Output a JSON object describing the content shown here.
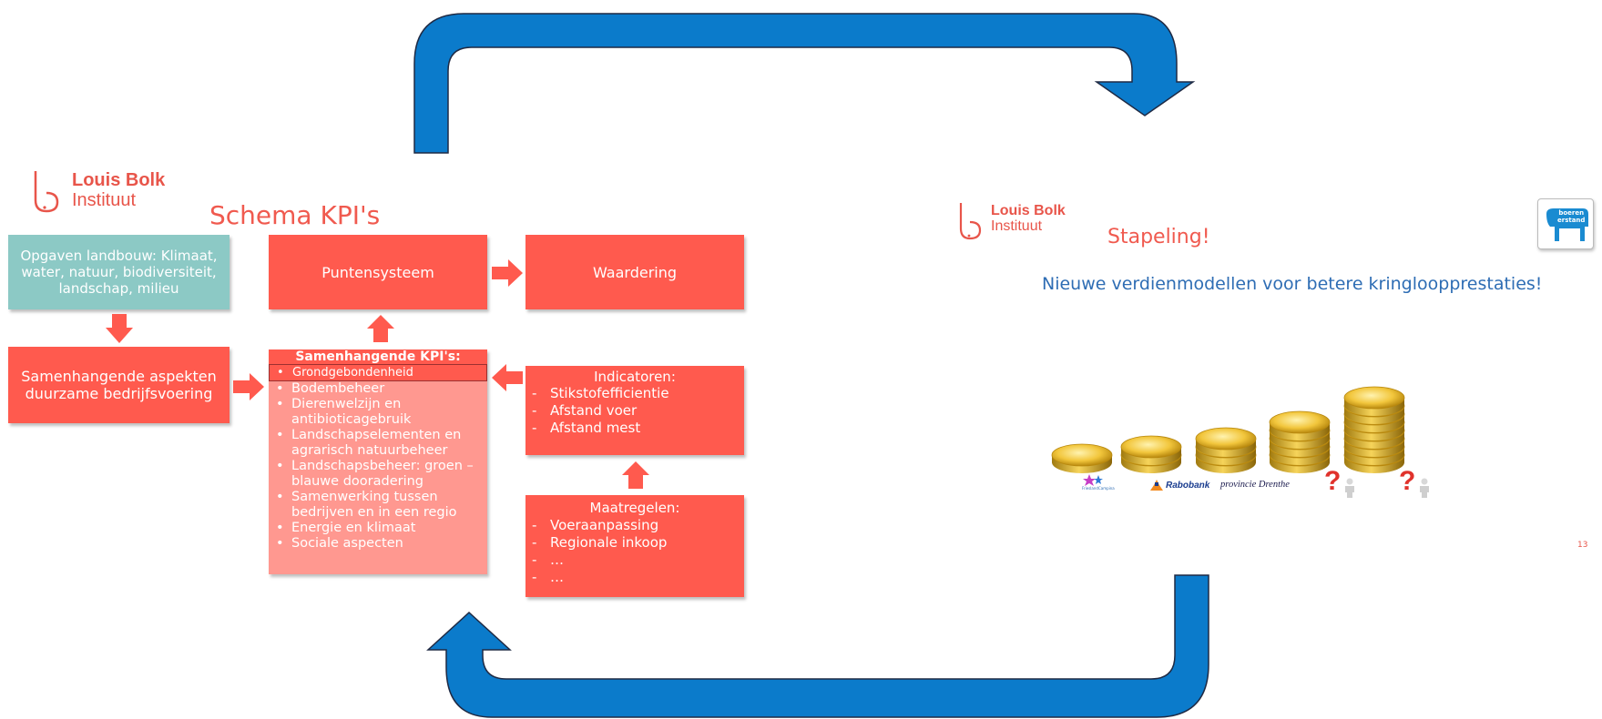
{
  "left_slide": {
    "logo": {
      "line1": "Louis Bolk",
      "line2": "Instituut"
    },
    "title": "Schema KPI's",
    "opgaven": "Opgaven landbouw: Klimaat, water, natuur, biodiversiteit, landschap, milieu",
    "samenhangende_aspekten": "Samenhangende aspekten duurzame bedrijfsvoering",
    "puntensysteem": "Puntensysteem",
    "waardering": "Waardering",
    "kpis": {
      "title": "Samenhangende KPI's:",
      "items": [
        "Grondgebondenheid",
        "Bodembeheer",
        "Dierenwelzijn en antibioticagebruik",
        "Landschapselementen en agrarisch natuurbeheer",
        "Landschapsbeheer: groen – blauwe dooradering",
        "Samenwerking tussen bedrijven en in een regio",
        "Energie en klimaat",
        "Sociale aspecten"
      ]
    },
    "indicatoren": {
      "title": "Indicatoren:",
      "items": [
        "Stikstofefficientie",
        "Afstand voer",
        "Afstand mest"
      ]
    },
    "maatregelen": {
      "title": "Maatregelen:",
      "items": [
        "Voeraanpassing",
        "Regionale inkoop",
        "…",
        "…"
      ]
    }
  },
  "right_slide": {
    "logo": {
      "line1": "Louis Bolk",
      "line2": "Instituut"
    },
    "title": "Stapeling!",
    "subtitle": "Nieuwe verdienmodellen voor betere kringloopprestaties!",
    "badge": {
      "line1": "boeren",
      "line2": "erstand"
    },
    "sponsors": [
      "FrieslandCampina",
      "Rabobank",
      "provincie Drenthe",
      "?",
      "?"
    ],
    "page_number": "13"
  },
  "colors": {
    "red": "#ff5a4e",
    "teal": "#8cc9c5",
    "pink": "#ff9890",
    "blue_arrow": "#0b7bcb",
    "title": "#f05a4f",
    "subtitle": "#2e6db4"
  }
}
